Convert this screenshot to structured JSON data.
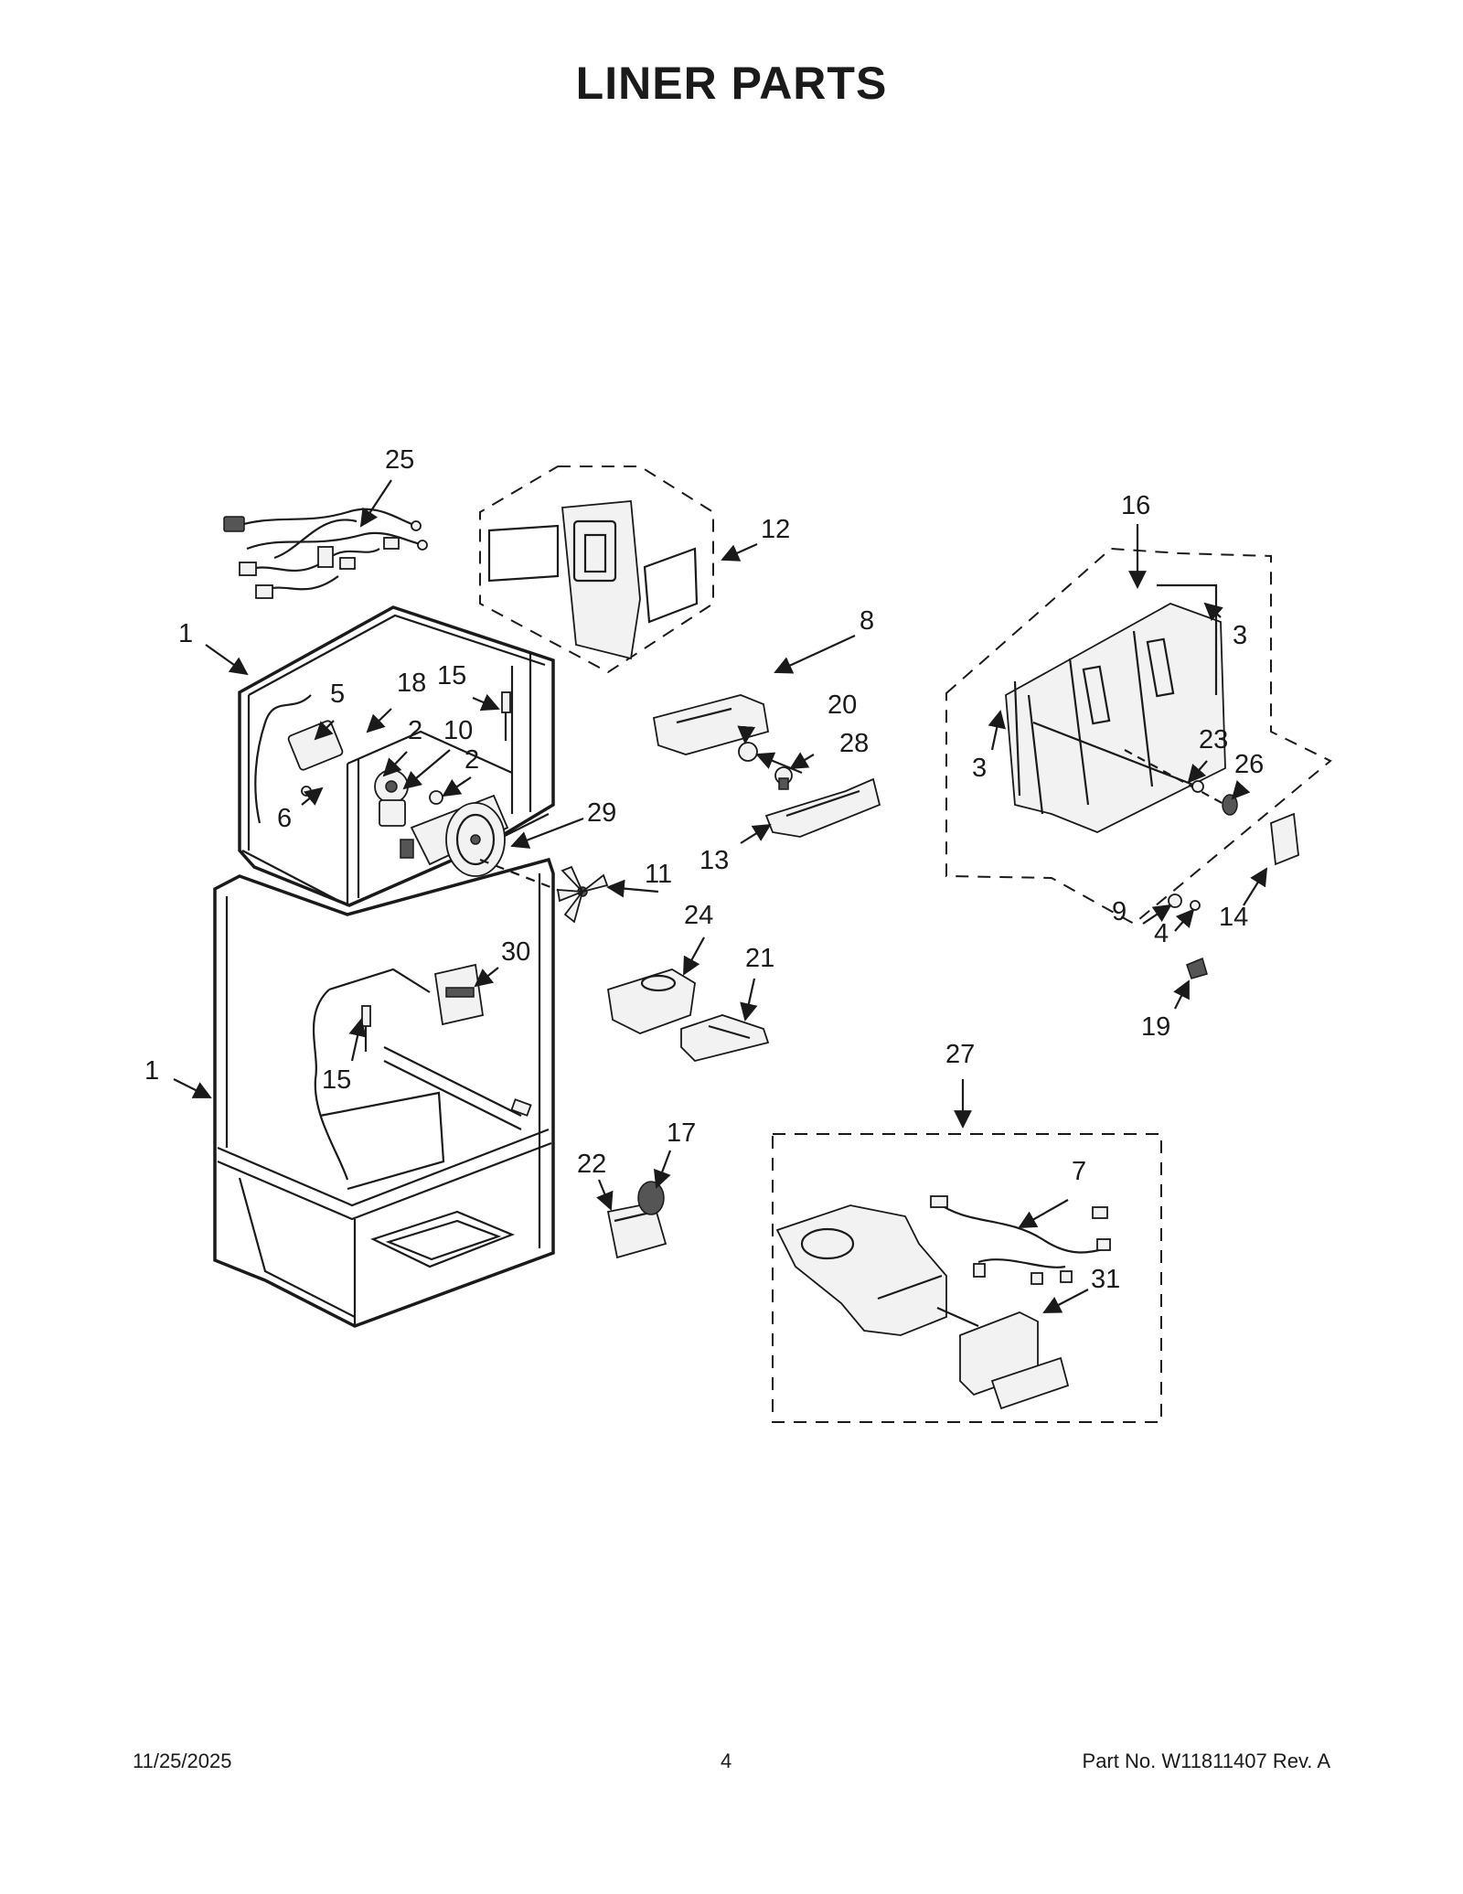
{
  "page": {
    "title": "LINER PARTS",
    "footer_date": "11/25/2025",
    "footer_page": "4",
    "footer_part": "Part No.  W11811407   Rev.  A"
  },
  "callouts": {
    "c1a": "1",
    "c1b": "1",
    "c2a": "2",
    "c2b": "2",
    "c3a": "3",
    "c3b": "3",
    "c4": "4",
    "c5": "5",
    "c6": "6",
    "c7": "7",
    "c8": "8",
    "c9": "9",
    "c10": "10",
    "c11": "11",
    "c12": "12",
    "c13": "13",
    "c14": "14",
    "c15a": "15",
    "c15b": "15",
    "c16": "16",
    "c17": "17",
    "c18": "18",
    "c19": "19",
    "c20": "20",
    "c21": "21",
    "c22": "22",
    "c23": "23",
    "c24": "24",
    "c25": "25",
    "c26": "26",
    "c27": "27",
    "c28": "28",
    "c29": "29",
    "c30": "30",
    "c31": "31"
  }
}
